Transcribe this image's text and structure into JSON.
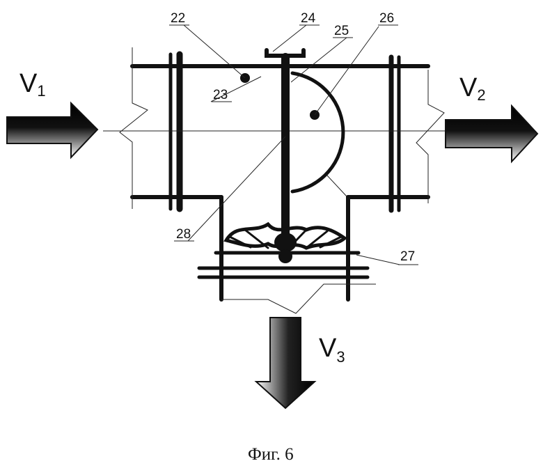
{
  "labels": {
    "n22": "22",
    "n23": "23",
    "n24": "24",
    "n25": "25",
    "n26": "26",
    "n27": "27",
    "n28": "28"
  },
  "flows": {
    "v1": {
      "base": "V",
      "sub": "1"
    },
    "v2": {
      "base": "V",
      "sub": "2"
    },
    "v3": {
      "base": "V",
      "sub": "3"
    }
  },
  "caption": "Фиг. 6"
}
